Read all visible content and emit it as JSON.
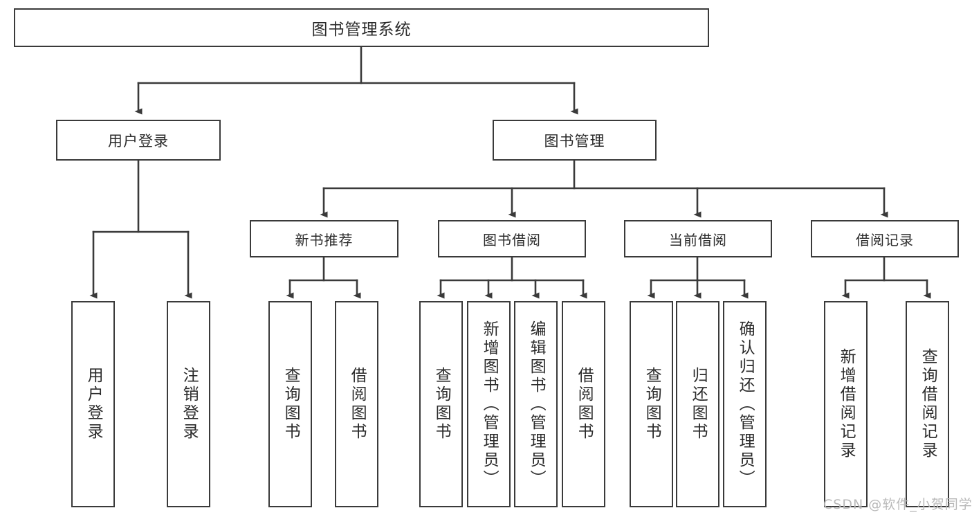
{
  "diagram": {
    "title": "图书管理系统",
    "type": "tree",
    "watermark": "CSDN @软件_小贺同学",
    "colors": {
      "border": "#3a3a3a",
      "text": "#2b2b2b",
      "line": "#3a3a3a",
      "background": "#ffffff",
      "watermark": "#b9b9b9"
    },
    "root": {
      "label": "图书管理系统"
    },
    "level1": [
      {
        "label": "用户登录"
      },
      {
        "label": "图书管理"
      }
    ],
    "level2": [
      {
        "label": "新书推荐"
      },
      {
        "label": "图书借阅"
      },
      {
        "label": "当前借阅"
      },
      {
        "label": "借阅记录"
      }
    ],
    "leaves": {
      "user_login": [
        {
          "label": "用户登录"
        },
        {
          "label": "注销登录"
        }
      ],
      "new_book": [
        {
          "label": "查询图书"
        },
        {
          "label": "借阅图书"
        }
      ],
      "book_borrow": [
        {
          "label": "查询图书"
        },
        {
          "label": "新增图书（管理员）"
        },
        {
          "label": "编辑图书（管理员）"
        },
        {
          "label": "借阅图书"
        }
      ],
      "current_borrow": [
        {
          "label": "查询图书"
        },
        {
          "label": "归还图书"
        },
        {
          "label": "确认归还（管理员）"
        }
      ],
      "borrow_record": [
        {
          "label": "新增借阅记录"
        },
        {
          "label": "查询借阅记录"
        }
      ]
    }
  }
}
